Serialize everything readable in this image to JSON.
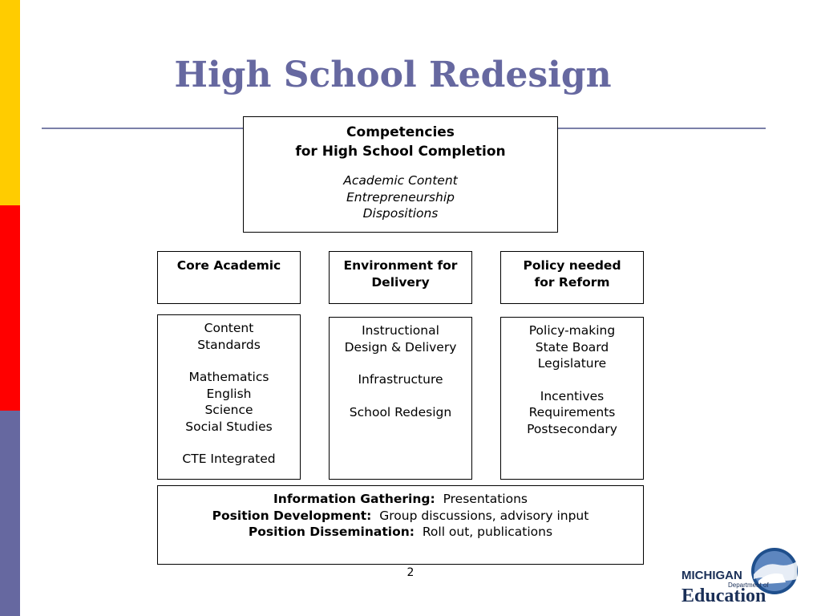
{
  "title": "High School Redesign",
  "colors": {
    "bar_yellow": "#ffcc00",
    "bar_red": "#ff0000",
    "bar_purple": "#6668a0",
    "title": "#6668a0",
    "rule": "#7b7fa8"
  },
  "competencies": {
    "heading_line1": "Competencies",
    "heading_line2": "for High School Completion",
    "items": [
      "Academic Content",
      "Entrepreneurship",
      "Dispositions"
    ]
  },
  "columns": [
    {
      "heading_lines": [
        "Core Academic"
      ],
      "body_groups": [
        [
          "Content",
          "Standards"
        ],
        [
          "Mathematics",
          "English",
          "Science",
          "Social Studies"
        ],
        [
          "CTE Integrated"
        ]
      ]
    },
    {
      "heading_lines": [
        "Environment for",
        "Delivery"
      ],
      "body_groups": [
        [
          "Instructional",
          "Design & Delivery"
        ],
        [
          "Infrastructure"
        ],
        [
          "School Redesign"
        ]
      ]
    },
    {
      "heading_lines": [
        "Policy needed",
        "for Reform"
      ],
      "body_groups": [
        [
          "Policy-making",
          "State Board",
          "Legislature"
        ],
        [
          "Incentives",
          "Requirements",
          "Postsecondary"
        ]
      ]
    }
  ],
  "process": [
    {
      "label": "Information Gathering:",
      "text": "Presentations"
    },
    {
      "label": "Position Development:",
      "text": "Group discussions, advisory input"
    },
    {
      "label": "Position Dissemination:",
      "text": "Roll out, publications"
    }
  ],
  "page_number": "2",
  "logo": {
    "line1": "MICHIGAN",
    "line2": "Department of",
    "line3": "Education"
  }
}
